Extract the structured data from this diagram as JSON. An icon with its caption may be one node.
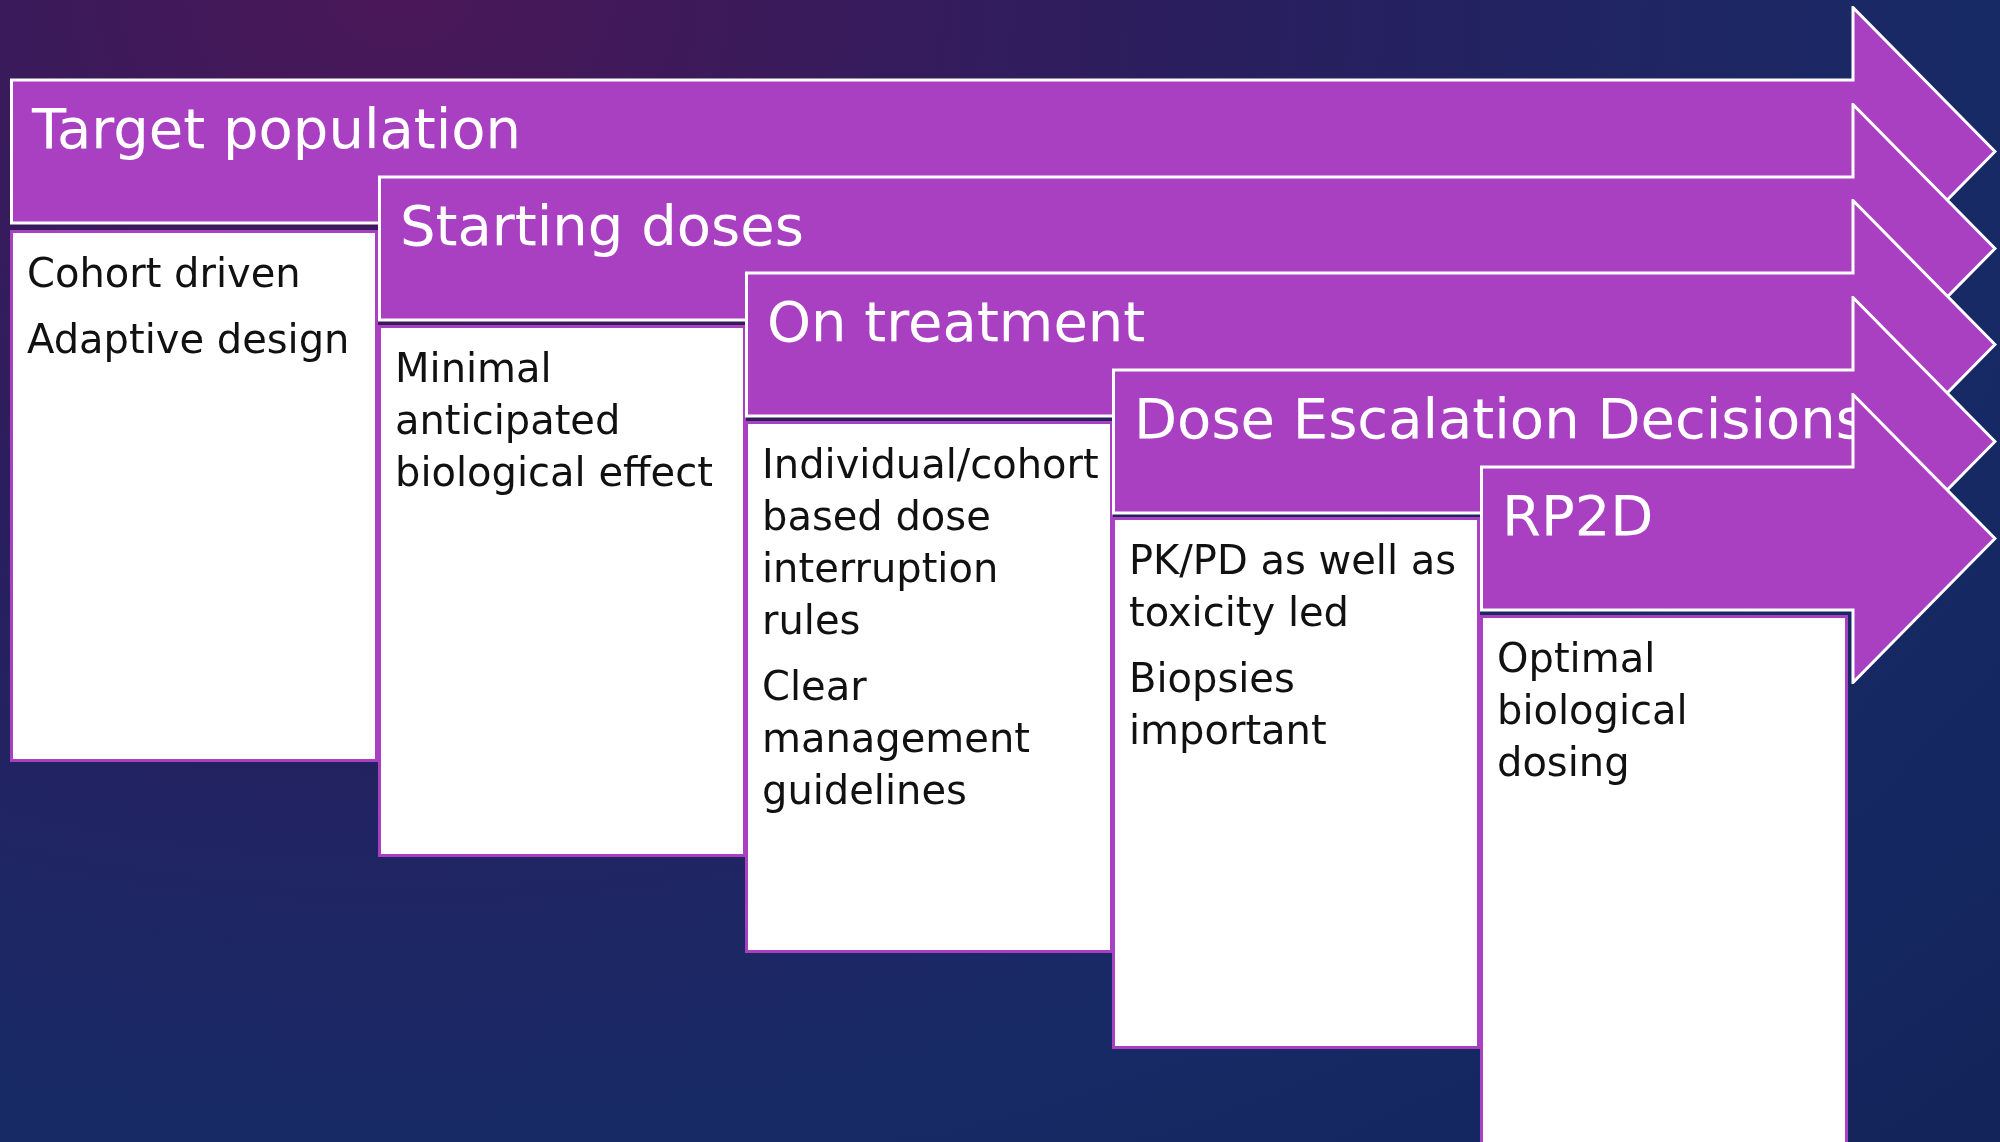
{
  "diagram": {
    "nodes": [
      {
        "text": [
          "Target population"
        ]
      },
      {
        "text": [
          "Cohort driven",
          "Adaptive design"
        ]
      },
      {
        "text": [
          "Starting doses"
        ]
      },
      {
        "text": [
          "Minimal anticipated biological effect"
        ]
      },
      {
        "text": [
          "On treatment"
        ]
      },
      {
        "text": [
          "Individual/cohort based dose interruption rules",
          "Clear management guidelines"
        ]
      },
      {
        "text": [
          "Dose Escalation Decisions"
        ]
      },
      {
        "text": [
          "PK/PD as well as toxicity led",
          "Biopsies important"
        ]
      },
      {
        "text": [
          "RP2D"
        ]
      },
      {
        "text": [
          "Optimal biological dosing"
        ]
      }
    ]
  }
}
